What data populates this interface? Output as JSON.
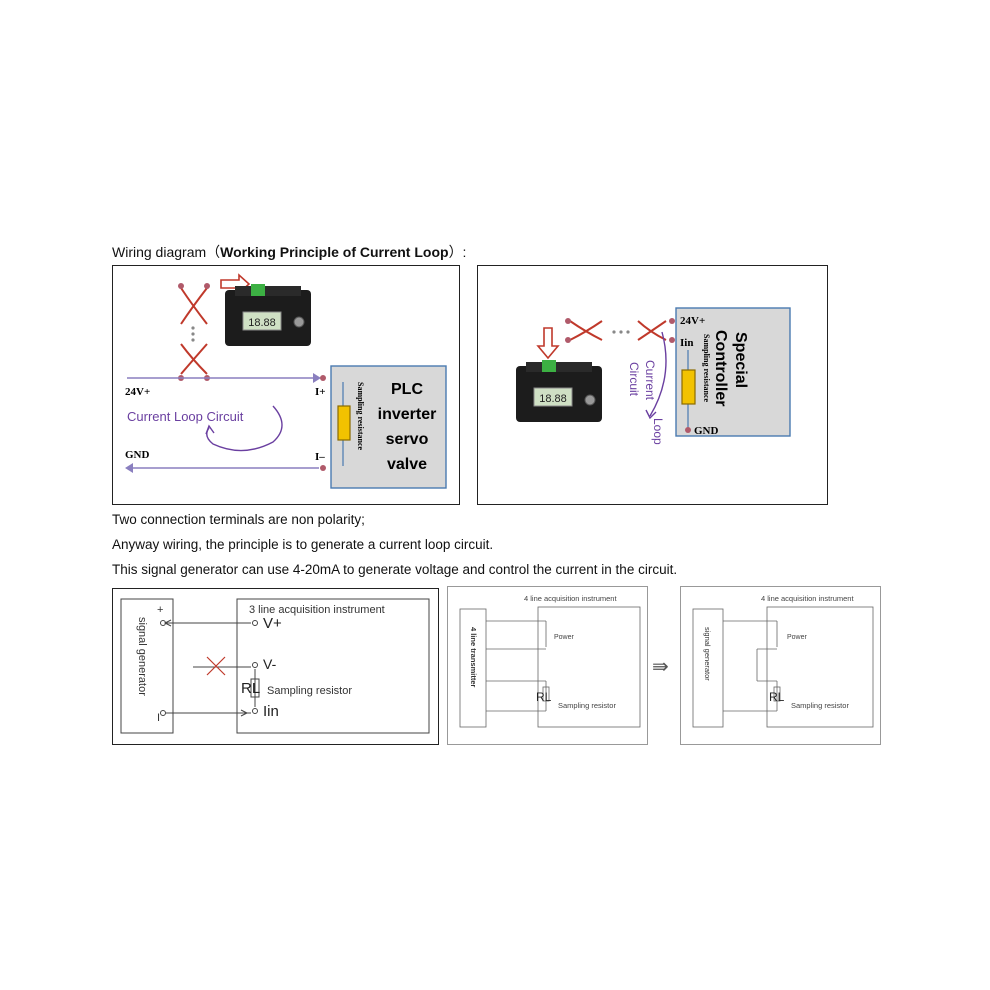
{
  "heading": {
    "prefix": "Wiring diagram（",
    "bold": "Working Principle of Current Loop",
    "suffix": "）:"
  },
  "left_diagram": {
    "v24": "24V+",
    "gnd": "GND",
    "loop": "Current Loop Circuit",
    "i_plus": "I+",
    "i_minus": "I–",
    "sampling": "Sampling resistance",
    "load_lines": [
      "PLC",
      "inverter",
      "servo",
      "valve"
    ],
    "display": "18.88"
  },
  "right_diagram": {
    "v24": "24V+",
    "iin": "Iin",
    "gnd": "GND",
    "sampling": "Sampling resistance",
    "controller_lines": [
      "Special",
      "Controller"
    ],
    "loop_lines": [
      "Current",
      "Circuit",
      "Loop"
    ],
    "display": "18.88"
  },
  "notes": [
    "Two connection terminals are non polarity;",
    "Anyway wiring, the principle is to generate a current loop circuit.",
    "This signal generator can use 4-20mA to generate voltage and control the current in the circuit."
  ],
  "bottom1": {
    "generator": "signal generator",
    "plus": "+",
    "minus": "I",
    "instrument": "3 line acquisition instrument",
    "vplus": "V+",
    "vminus": "V-",
    "rl": "RL",
    "sampling": "Sampling resistor",
    "iin": "Iin"
  },
  "bottom2": {
    "instrument": "4 line acquisition instrument",
    "transmitter": "4 line transmitter",
    "power": "Power",
    "rl": "RL",
    "sampling": "Sampling resistor"
  },
  "bottom3": {
    "instrument": "4 line acquisition instrument",
    "generator": "signal generator",
    "power": "Power",
    "rl": "RL",
    "sampling": "Sampling resistor"
  },
  "arrow_symbol": "⇛",
  "colors": {
    "wire": "#8a7fbf",
    "connector": "#b05a6a",
    "cross": "#c0392b",
    "purple_text": "#6a3fa0",
    "resistor_fill": "#f2c200",
    "resistor_stroke": "#8a6a00",
    "load_box": "#d8d8d8"
  }
}
